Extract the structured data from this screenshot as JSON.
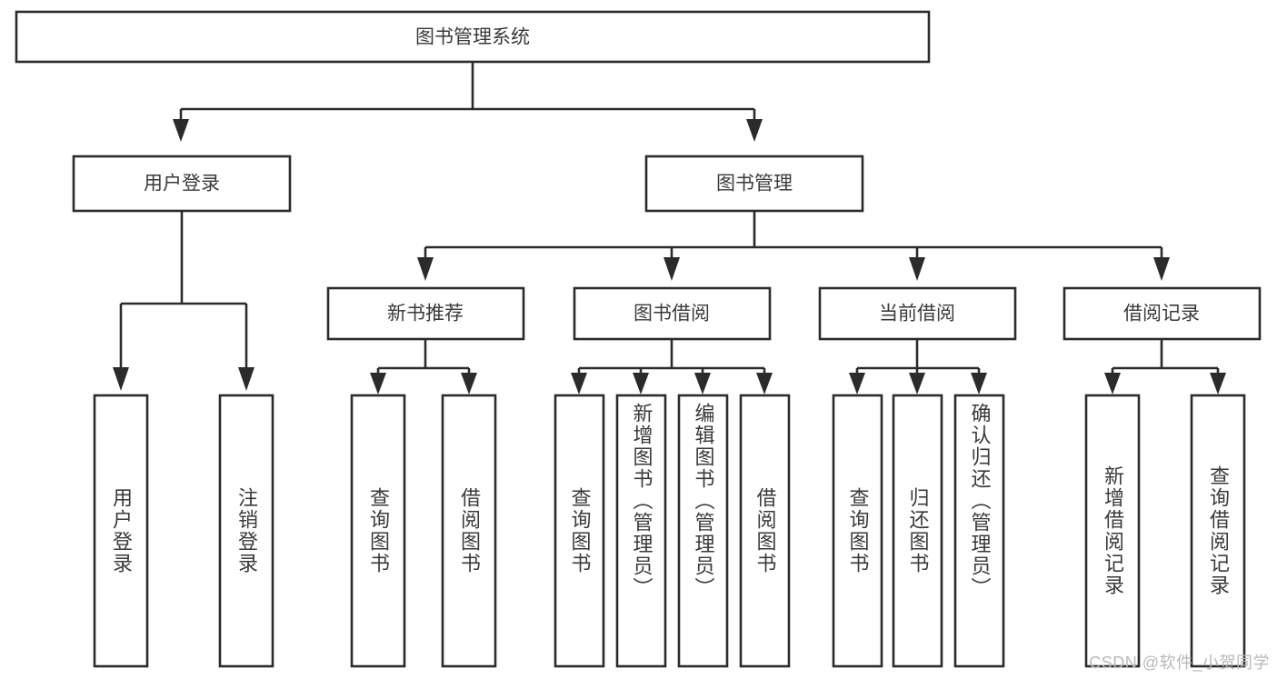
{
  "diagram": {
    "title": "图书管理系统",
    "type": "hierarchy-tree",
    "orientation": "top-down",
    "line_color": "#2b2b2b",
    "box_fill": "#ffffff",
    "text_color": "#3a3a3a",
    "root": {
      "label": "图书管理系统"
    },
    "level2": [
      {
        "label": "用户登录"
      },
      {
        "label": "图书管理"
      }
    ],
    "level3": [
      {
        "label": "新书推荐"
      },
      {
        "label": "图书借阅"
      },
      {
        "label": "当前借阅"
      },
      {
        "label": "借阅记录"
      }
    ],
    "leaves": {
      "user_login": [
        {
          "label": "用户登录"
        },
        {
          "label": "注销登录"
        }
      ],
      "new_book_recommend": [
        {
          "label": "查询图书"
        },
        {
          "label": "借阅图书"
        }
      ],
      "book_borrow": [
        {
          "label": "查询图书"
        },
        {
          "label": "新增图书（管理员）"
        },
        {
          "label": "编辑图书（管理员）"
        },
        {
          "label": "借阅图书"
        }
      ],
      "current_borrow": [
        {
          "label": "查询图书"
        },
        {
          "label": "归还图书"
        },
        {
          "label": "确认归还（管理员）"
        }
      ],
      "borrow_record": [
        {
          "label": "新增借阅记录"
        },
        {
          "label": "查询借阅记录"
        }
      ]
    }
  },
  "watermark": {
    "text": "CSDN @软件_小贺同学"
  }
}
